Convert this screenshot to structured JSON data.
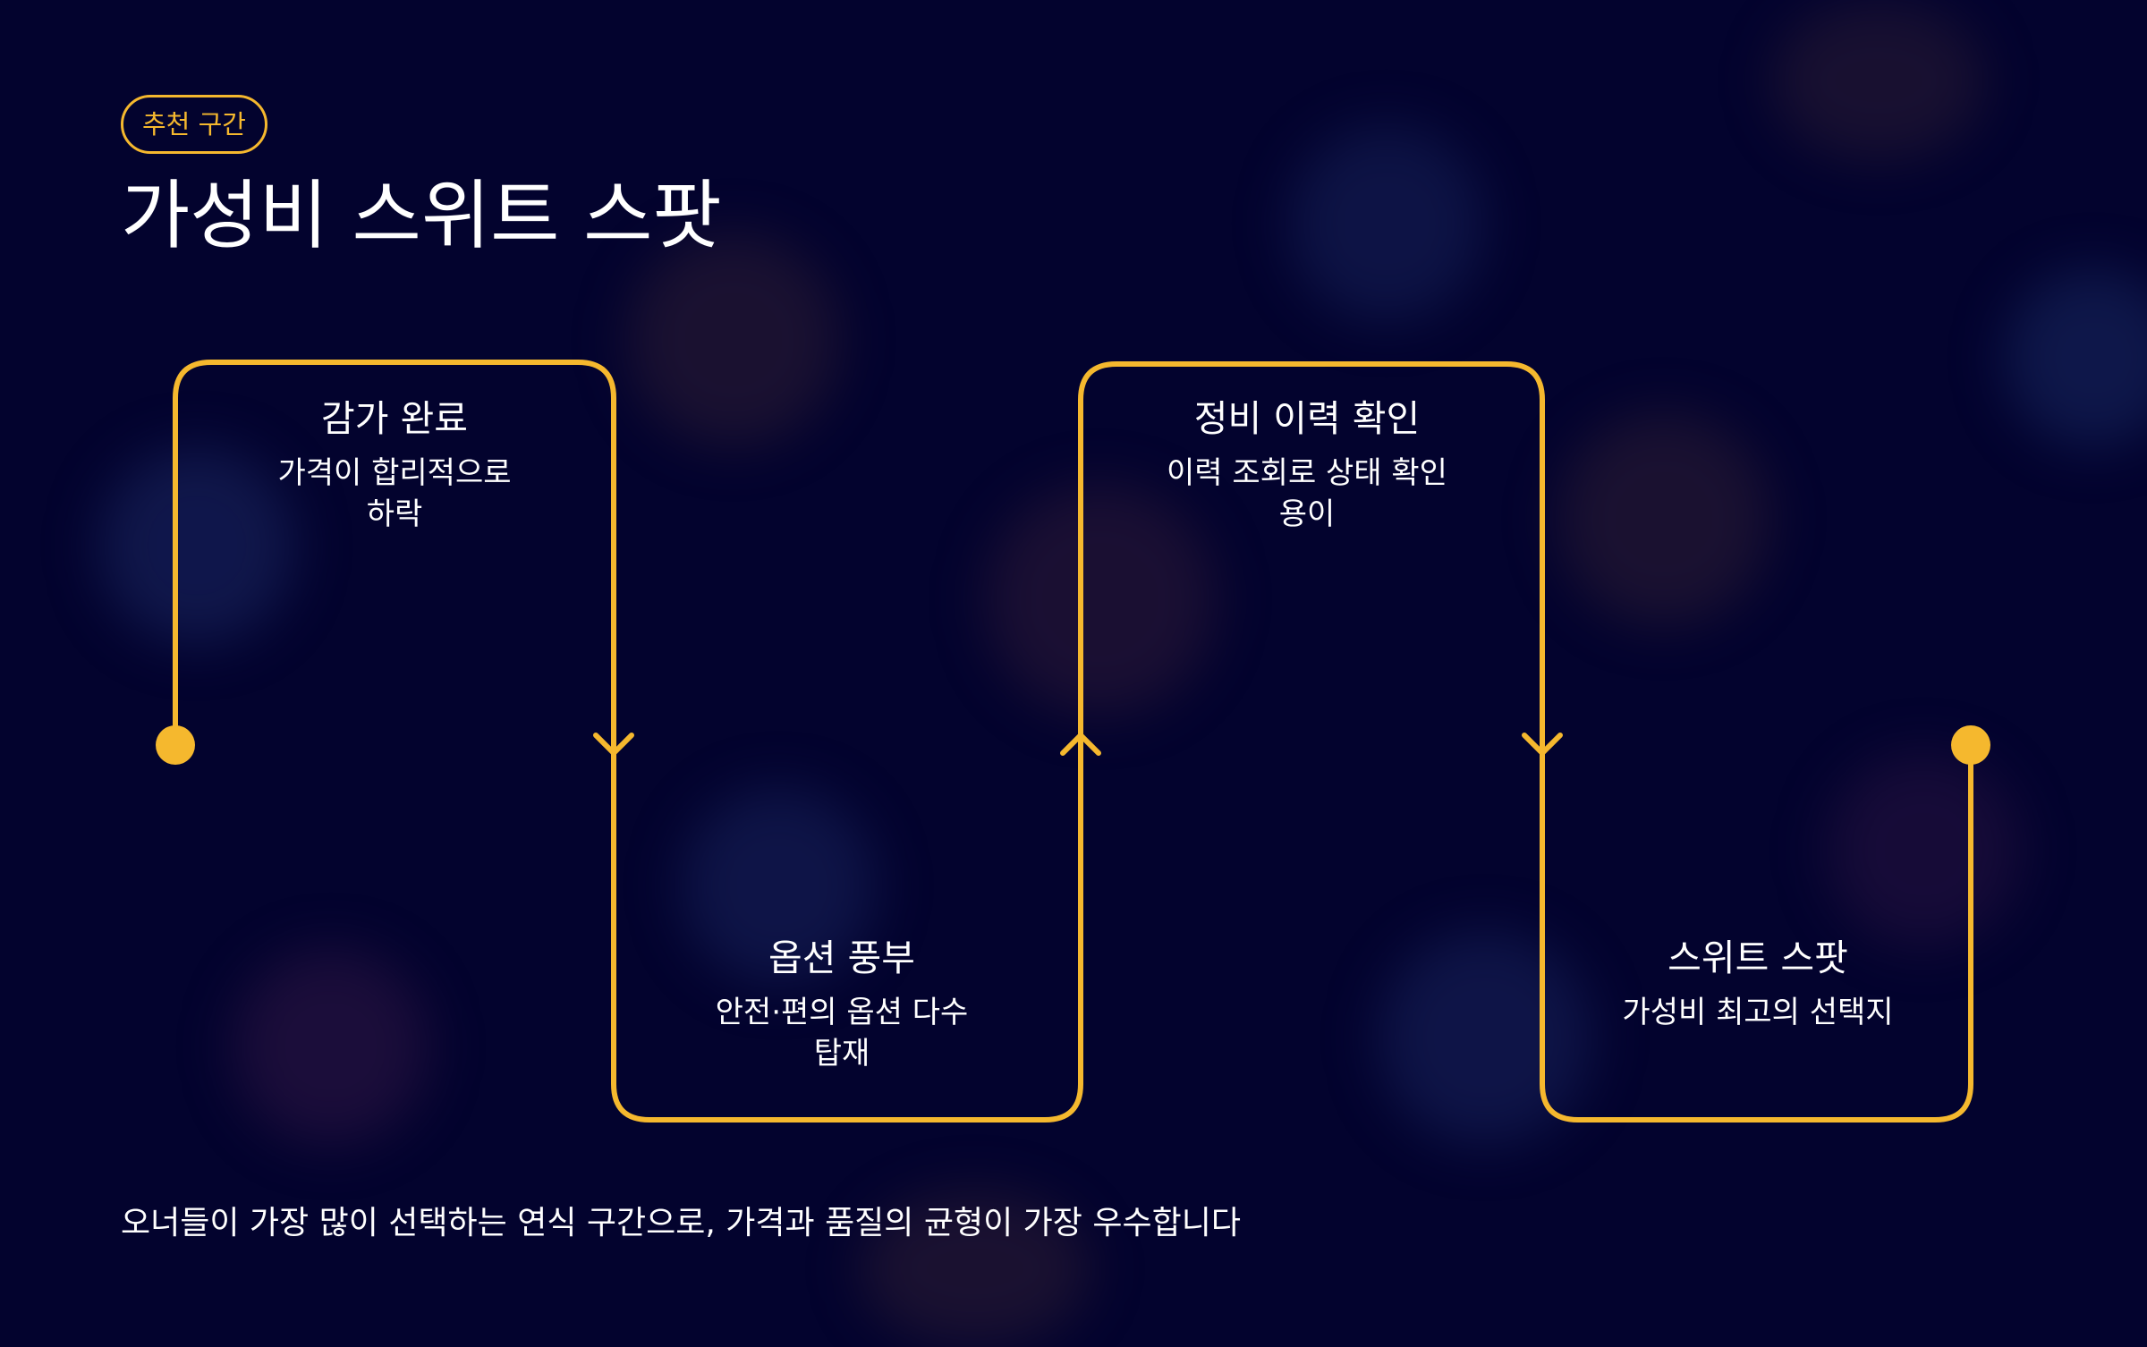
{
  "badge": "추천 구간",
  "title": "가성비 스위트 스팟",
  "steps": [
    {
      "title": "감가 완료",
      "desc": "가격이 합리적으로 하락"
    },
    {
      "title": "옵션 풍부",
      "desc": "안전·편의 옵션 다수 탑재"
    },
    {
      "title": "정비 이력 확인",
      "desc": "이력 조회로 상태 확인 용이"
    },
    {
      "title": "스위트 스팟",
      "desc": "가성비 최고의 선택지"
    }
  ],
  "footer": "오너들이 가장 많이 선택하는 연식 구간으로, 가격과 품질의 균형이 가장 우수합니다",
  "colors": {
    "background": "#03032e",
    "accent": "#f5b82e",
    "text": "#ffffff"
  }
}
